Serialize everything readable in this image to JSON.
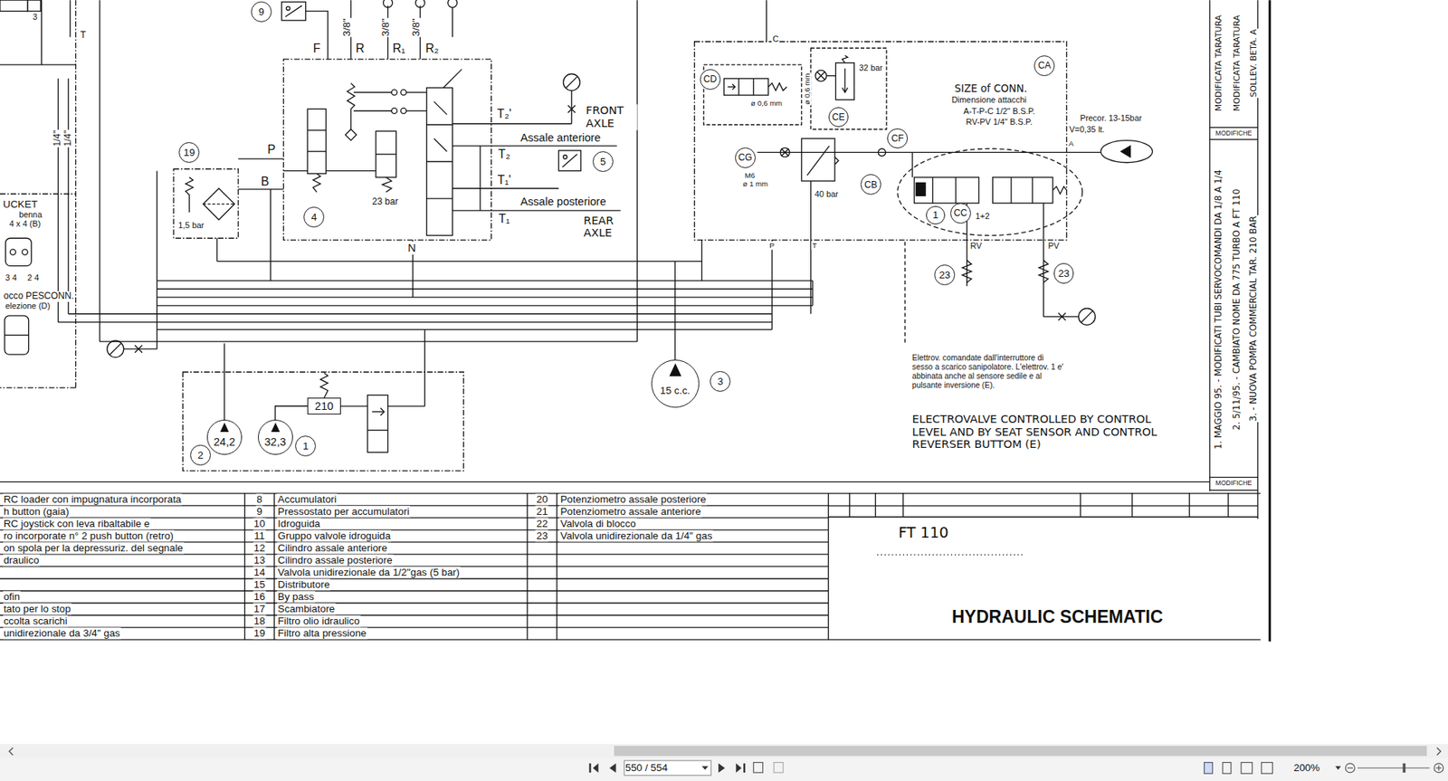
{
  "diagram": {
    "title": "HYDRAULIC SCHEMATIC",
    "nodes": [
      {
        "text": [
          "9"
        ]
      },
      {
        "text": [
          "19"
        ]
      },
      {
        "text": [
          "4"
        ]
      },
      {
        "text": [
          "5"
        ]
      },
      {
        "text": [
          "CD"
        ]
      },
      {
        "text": [
          "CA"
        ]
      },
      {
        "text": [
          "CE"
        ]
      },
      {
        "text": [
          "CG"
        ]
      },
      {
        "text": [
          "CF"
        ]
      },
      {
        "text": [
          "CB"
        ]
      },
      {
        "text": [
          "1"
        ]
      },
      {
        "text": [
          "CC"
        ]
      },
      {
        "text": [
          "23"
        ]
      },
      {
        "text": [
          "23"
        ]
      },
      {
        "text": [
          "15 c.c."
        ]
      },
      {
        "text": [
          "3"
        ]
      },
      {
        "text": [
          "24,2"
        ]
      },
      {
        "text": [
          "32,3"
        ]
      },
      {
        "text": [
          "1"
        ]
      },
      {
        "text": [
          "210"
        ]
      },
      {
        "text": [
          "2"
        ]
      }
    ],
    "edges": [
      {
        "from": 17,
        "to": 19,
        "arrow": "none"
      }
    ],
    "labels": [
      "3",
      "T",
      "3/8\"",
      "3/8\"",
      "3/8\"",
      "F",
      "R",
      "R₁",
      "R₂",
      "T₂'",
      "FRONT AXLE",
      "Assale anteriore",
      "T₂",
      "T₁'",
      "Assale posteriore",
      "T₁",
      "REAR AXLE",
      "P",
      "B",
      "N",
      "23 bar",
      "1,5 bar",
      "1/4\"",
      "1/4\"",
      "UCKET",
      "benna",
      "4 x 4 (B)",
      "3 4",
      "2 4",
      "occo PESCONN.",
      "elezione (D)",
      "C",
      "ø 0,6 mm",
      "32 bar",
      "ø 0,6 mm",
      "M6",
      "ø 1 mm",
      "40 bar",
      "SIZE of CONN.",
      "Dimensione attacchi",
      "A-T-P-C 1/2\" B.S.P.",
      "RV-PV 1/4\" B.S.P.",
      "Precor. 13-15bar",
      "V=0,35 lt.",
      "A",
      "1+2",
      "P",
      "T",
      "RV",
      "PV",
      "Elettrov. comandate dall'interruttore di sesso a scarico sanipolatore. L'elettrov. 1 e' abbinata anche al sensore sedile e al pulsante inversione (E).",
      "ELECTROVALVE CONTROLLED BY CONTROL LEVEL AND BY SEAT SENSOR AND CONTROL REVERSER BUTTOM (E)",
      "1. MAGGIO 95. - MODIFICATI TUBI SERVOCOMANDI DA 1/8 A 1/4",
      "2. 5/11/95. - CAMBIATO NOME DA 775 TURBO A FT 110",
      "3. - NUOVA POMPA COMMERCIAL TAR. 210 BAR",
      "MODIFICHE",
      "MODIFICHE",
      "MODIFICATA TARATURA",
      "MODIFICATA TARATURA",
      "SOLLEV. BETA. A",
      "RC loader con impugnatura incorporata",
      "h button (gaia)",
      "RC joystick con leva ribaltabile e",
      "ro incorporate n° 2 push button (retro)",
      "on spola per la depressuriz. del segnale",
      "draulico",
      "ofin",
      "tato per lo stop",
      "ccolta scarichi",
      "unidirezionale da 3/4\" gas",
      "8",
      "Accumulatori",
      "9",
      "Pressostato per accumulatori",
      "10",
      "Idroguida",
      "11",
      "Gruppo valvole idroguida",
      "12",
      "Cilindro assale anteriore",
      "13",
      "Cilindro assale posteriore",
      "14",
      "Valvola unidirezionale da 1/2\"gas (5 bar)",
      "15",
      "Distributore",
      "16",
      "By pass",
      "17",
      "Scambiatore",
      "18",
      "Filtro olio idraulico",
      "19",
      "Filtro alta pressione",
      "20",
      "Potenziometro assale posteriore",
      "21",
      "Potenziometro assale anteriore",
      "22",
      "Valvola di blocco",
      "23",
      "Valvola unidirezionale da 1/4\" gas",
      "FT 110",
      "550 / 554",
      "200%"
    ]
  }
}
